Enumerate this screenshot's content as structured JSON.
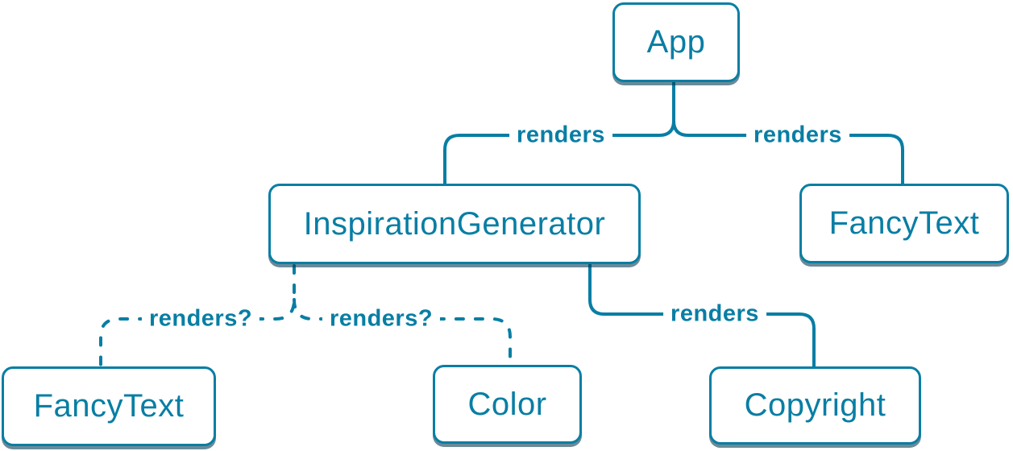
{
  "diagram": {
    "type": "component-render-tree",
    "colors": {
      "accent": "#087ea4",
      "node_background": "#ffffff",
      "node_shadow": "rgba(8,60,82,0.6)"
    },
    "nodes": [
      {
        "id": "app",
        "label": "App"
      },
      {
        "id": "inspiration-generator",
        "label": "InspirationGenerator"
      },
      {
        "id": "fancy-text-top",
        "label": "FancyText"
      },
      {
        "id": "fancy-text-bottom",
        "label": "FancyText"
      },
      {
        "id": "color",
        "label": "Color"
      },
      {
        "id": "copyright",
        "label": "Copyright"
      }
    ],
    "edges": [
      {
        "from": "App",
        "to": "InspirationGenerator",
        "label": "renders",
        "style": "solid"
      },
      {
        "from": "App",
        "to": "FancyText",
        "label": "renders",
        "style": "solid"
      },
      {
        "from": "InspirationGenerator",
        "to": "FancyText",
        "label": "renders?",
        "style": "dashed"
      },
      {
        "from": "InspirationGenerator",
        "to": "Color",
        "label": "renders?",
        "style": "dashed"
      },
      {
        "from": "InspirationGenerator",
        "to": "Copyright",
        "label": "renders",
        "style": "solid"
      }
    ]
  }
}
